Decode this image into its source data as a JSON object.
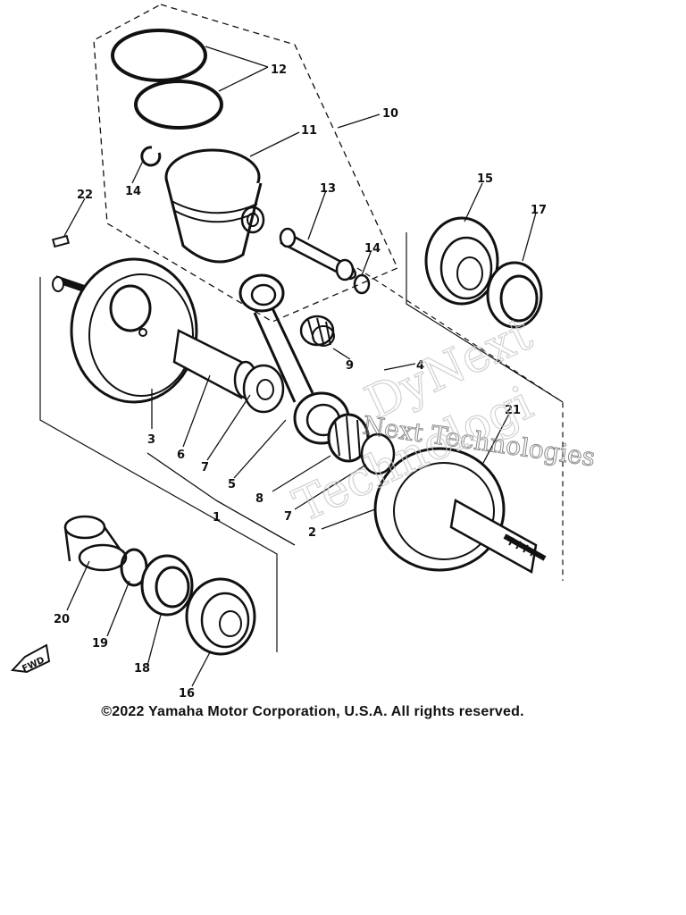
{
  "diagram": {
    "callouts": [
      "1",
      "2",
      "3",
      "4",
      "5",
      "6",
      "7",
      "7",
      "8",
      "9",
      "10",
      "11",
      "12",
      "13",
      "14",
      "14",
      "15",
      "16",
      "17",
      "18",
      "19",
      "20",
      "21",
      "22"
    ],
    "direction_badge": "FWD",
    "watermark": [
      "DyNext",
      "Next Technologies",
      "Technologi"
    ]
  },
  "footer": {
    "copyright": "©2022 Yamaha Motor Corporation, U.S.A. All rights reserved."
  }
}
